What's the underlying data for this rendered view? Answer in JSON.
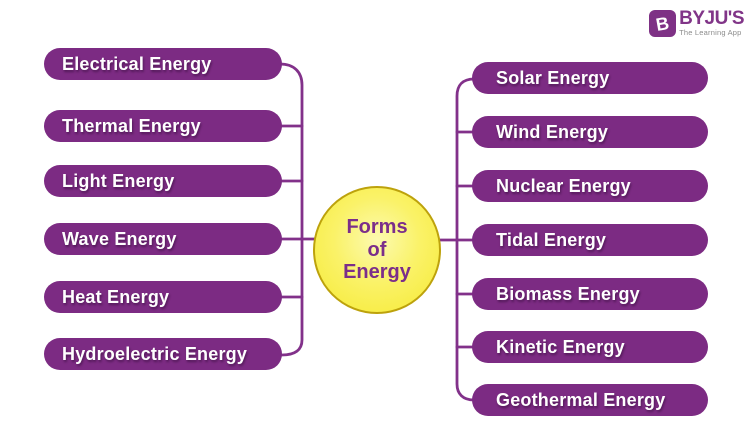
{
  "title_node": {
    "line1": "Forms",
    "line2": "of",
    "line3": "Energy"
  },
  "left_items": [
    {
      "label": "Electrical Energy"
    },
    {
      "label": "Thermal Energy"
    },
    {
      "label": "Light Energy"
    },
    {
      "label": "Wave Energy"
    },
    {
      "label": "Heat Energy"
    },
    {
      "label": "Hydroelectric Energy"
    }
  ],
  "right_items": [
    {
      "label": "Solar Energy"
    },
    {
      "label": "Wind Energy"
    },
    {
      "label": "Nuclear Energy"
    },
    {
      "label": "Tidal Energy"
    },
    {
      "label": "Biomass Energy"
    },
    {
      "label": "Kinetic Energy"
    },
    {
      "label": "Geothermal Energy"
    }
  ],
  "logo": {
    "brand": "BYJU'S",
    "tagline": "The Learning App",
    "icon": "byjus-b-icon",
    "icon_letter": "B"
  },
  "colors": {
    "pill": "#7C2B83",
    "pill_text": "#FFFFFF",
    "connector": "#82318A",
    "circle_fill_center": "#FBF9A0",
    "circle_fill_edge": "#F6EA33",
    "circle_border": "#BDA20C",
    "circle_text": "#7B2E8A",
    "brand_purple": "#813588",
    "tagline_gray": "#8C8C8C",
    "background": "#FFFFFF"
  }
}
